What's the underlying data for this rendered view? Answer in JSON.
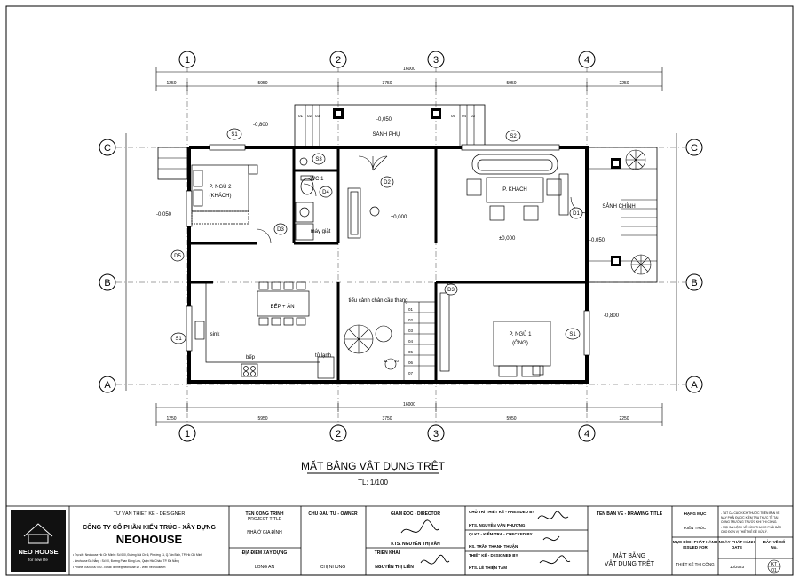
{
  "drawing": {
    "title": "MẶT BẰNG VẬT DỤNG TRỆT",
    "scale": "TL: 1/100"
  },
  "grid": {
    "vertical": [
      "1",
      "2",
      "3",
      "4"
    ],
    "horizontal": [
      "C",
      "B",
      "A"
    ]
  },
  "dimensions": {
    "top_overall": "16000",
    "top_sub": [
      "1250",
      "5950",
      "3750",
      "5950",
      "2250"
    ],
    "bottom_overall": "16000",
    "bottom_sub": [
      "1250",
      "5950",
      "3750",
      "5950",
      "2250"
    ]
  },
  "levels": {
    "front_left": "-0,800",
    "front_center": "-0,050",
    "left_side": "-0,050",
    "right_side": "-0,050",
    "right_lower": "-0,800",
    "living": "±0,000",
    "hall": "±0,000"
  },
  "rooms": {
    "bedroom2": [
      "P. NGỦ 2",
      "(KHÁCH)"
    ],
    "wc": "WC 1",
    "washer": "máy giặt",
    "living": "P. KHÁCH",
    "side_porch": "SẢNH PHỤ",
    "main_porch": "SẢNH CHÍNH",
    "kitchen": "BẾP + ĂN",
    "sink": "sink",
    "stove": "bếp",
    "fridge": "tủ lạnh",
    "stair_note": "tiểu cảnh chân cầu thang",
    "bedroom1": [
      "P. NGỦ 1",
      "(ÔNG)"
    ]
  },
  "tags": {
    "s1": "S1",
    "s2": "S2",
    "s3": "S3",
    "d1": "D1",
    "d2": "D2",
    "d3": "D3",
    "d4": "D4",
    "d5": "D5"
  },
  "steps": {
    "front_left": [
      "01",
      "02",
      "03"
    ],
    "front_right": [
      "05",
      "04",
      "03"
    ],
    "stair": [
      "01",
      "02",
      "03",
      "04",
      "05",
      "06",
      "07",
      "11",
      "10"
    ]
  },
  "titleblock": {
    "designer_head": "TƯ VẤN THIẾT KẾ - DESIGNER",
    "company": "CÔNG TY CỔ PHẦN KIẾN TRÚC - XÂY DỰNG",
    "brand": "NEOHOUSE",
    "logo_text": "NEO HOUSE",
    "logo_sub": "for new life",
    "address_lines": [
      "• Trụ sở : Neohouse Hồ Chí Minh : Số 000, Đường Bùi Chi 6, Phường 11, Q.Tân Bình, TP. Hồ Chí Minh",
      "  - Neohouse Đà Nẵng : Số 00, Đường Phan Đăng Lưu, Quận Hải Châu, TP. Đà Nẵng",
      "• Phone: 0000 000 000 - Email: lienhe@neohouse.vn - Web: neohouse.vn"
    ],
    "project_head": "TÊN CÔNG TRÌNH",
    "project_head_en": "PROJECT TITLE",
    "project_value": "NHÀ Ở GIA ĐÌNH",
    "location_head": "ĐỊA ĐIỂM XÂY DỰNG",
    "location_value": "LONG AN",
    "owner_head": "CHỦ ĐẦU TƯ - OWNER",
    "owner_value": "CHỊ NHUNG",
    "director_head": "GIÁM ĐỐC - DIRECTOR",
    "director_name": "KTS. NGUYỄN THỊ VÂN",
    "deploy_head": "TRIỂN KHAI",
    "deploy_name": "NGUYỄN THỊ LIÊN",
    "presided_head": "CHỦ TRÌ THIẾT KẾ - PRESIDED BY",
    "presided_name": "KTS. NGUYỄN VĂN PHƯƠNG",
    "checked_head": "QLKT - KIỂM TRA - CHECKED BY",
    "checked_name": "KS. TRẦN THANH THUẬN",
    "designed_head": "THIẾT KẾ - DESIGNED BY",
    "designed_name": "KTS. LÊ THIỆN TÂM",
    "drawing_head": "TÊN BẢN VẼ - DRAWING TITLE",
    "drawing_line1": "MẶT BẰNG",
    "drawing_line2": "VẬT DỤNG TRỆT",
    "category_head": "HẠNG MỤC",
    "category_value": "KIẾN TRÚC",
    "purpose_head": "MỤC ĐÍCH PHÁT HÀNH",
    "purpose_head_en": "ISSUED FOR",
    "purpose_value": "THIẾT KẾ THI CÔNG",
    "date_head": "NGÀY PHÁT HÀNH",
    "date_head_en": "DATE",
    "date_value": "10/2023",
    "notes": [
      "- TẤT CẢ CÁC KÍCH THƯỚC TRÊN BẢN VẼ",
      "  NÀY PHẢI ĐƯỢC KIỂM TRA THỰC TẾ TẠI",
      "  CÔNG TRƯỜNG TRƯỚC KHI THI CÔNG.",
      "- MỌI SAI LỆCH VỀ KÍCH THƯỚC PHẢI BÁO",
      "  CHO ĐƠN VỊ THIẾT KẾ ĐỂ XỬ LÝ."
    ],
    "sheet_head": "BẢN VẼ SỐ",
    "sheet_head_en": "No.",
    "sheet_code": "KT",
    "sheet_num": "01"
  }
}
